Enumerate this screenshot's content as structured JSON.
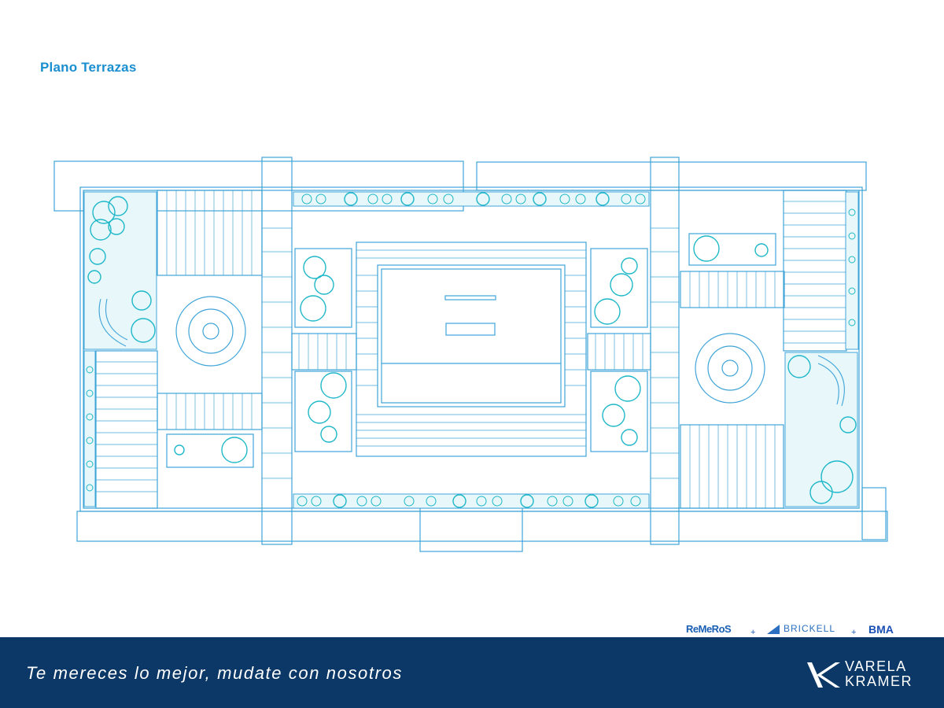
{
  "page": {
    "title": "Plano Terrazas"
  },
  "partners": {
    "remeros": "ReMeRoS",
    "plus": "+",
    "brickell": "BRICKELL",
    "bma": "BMA"
  },
  "footer": {
    "tagline": "Te mereces lo mejor, mudate con nosotros",
    "brand_line1": "VARELA",
    "brand_line2": "KRAMER"
  },
  "colors": {
    "plan_line": "#3fa4d8",
    "plant": "#1fb8c9",
    "footer_bg": "#0b3866",
    "title": "#1a8fd0"
  },
  "icons": {
    "brand_logo": "vk-chevron-icon"
  }
}
